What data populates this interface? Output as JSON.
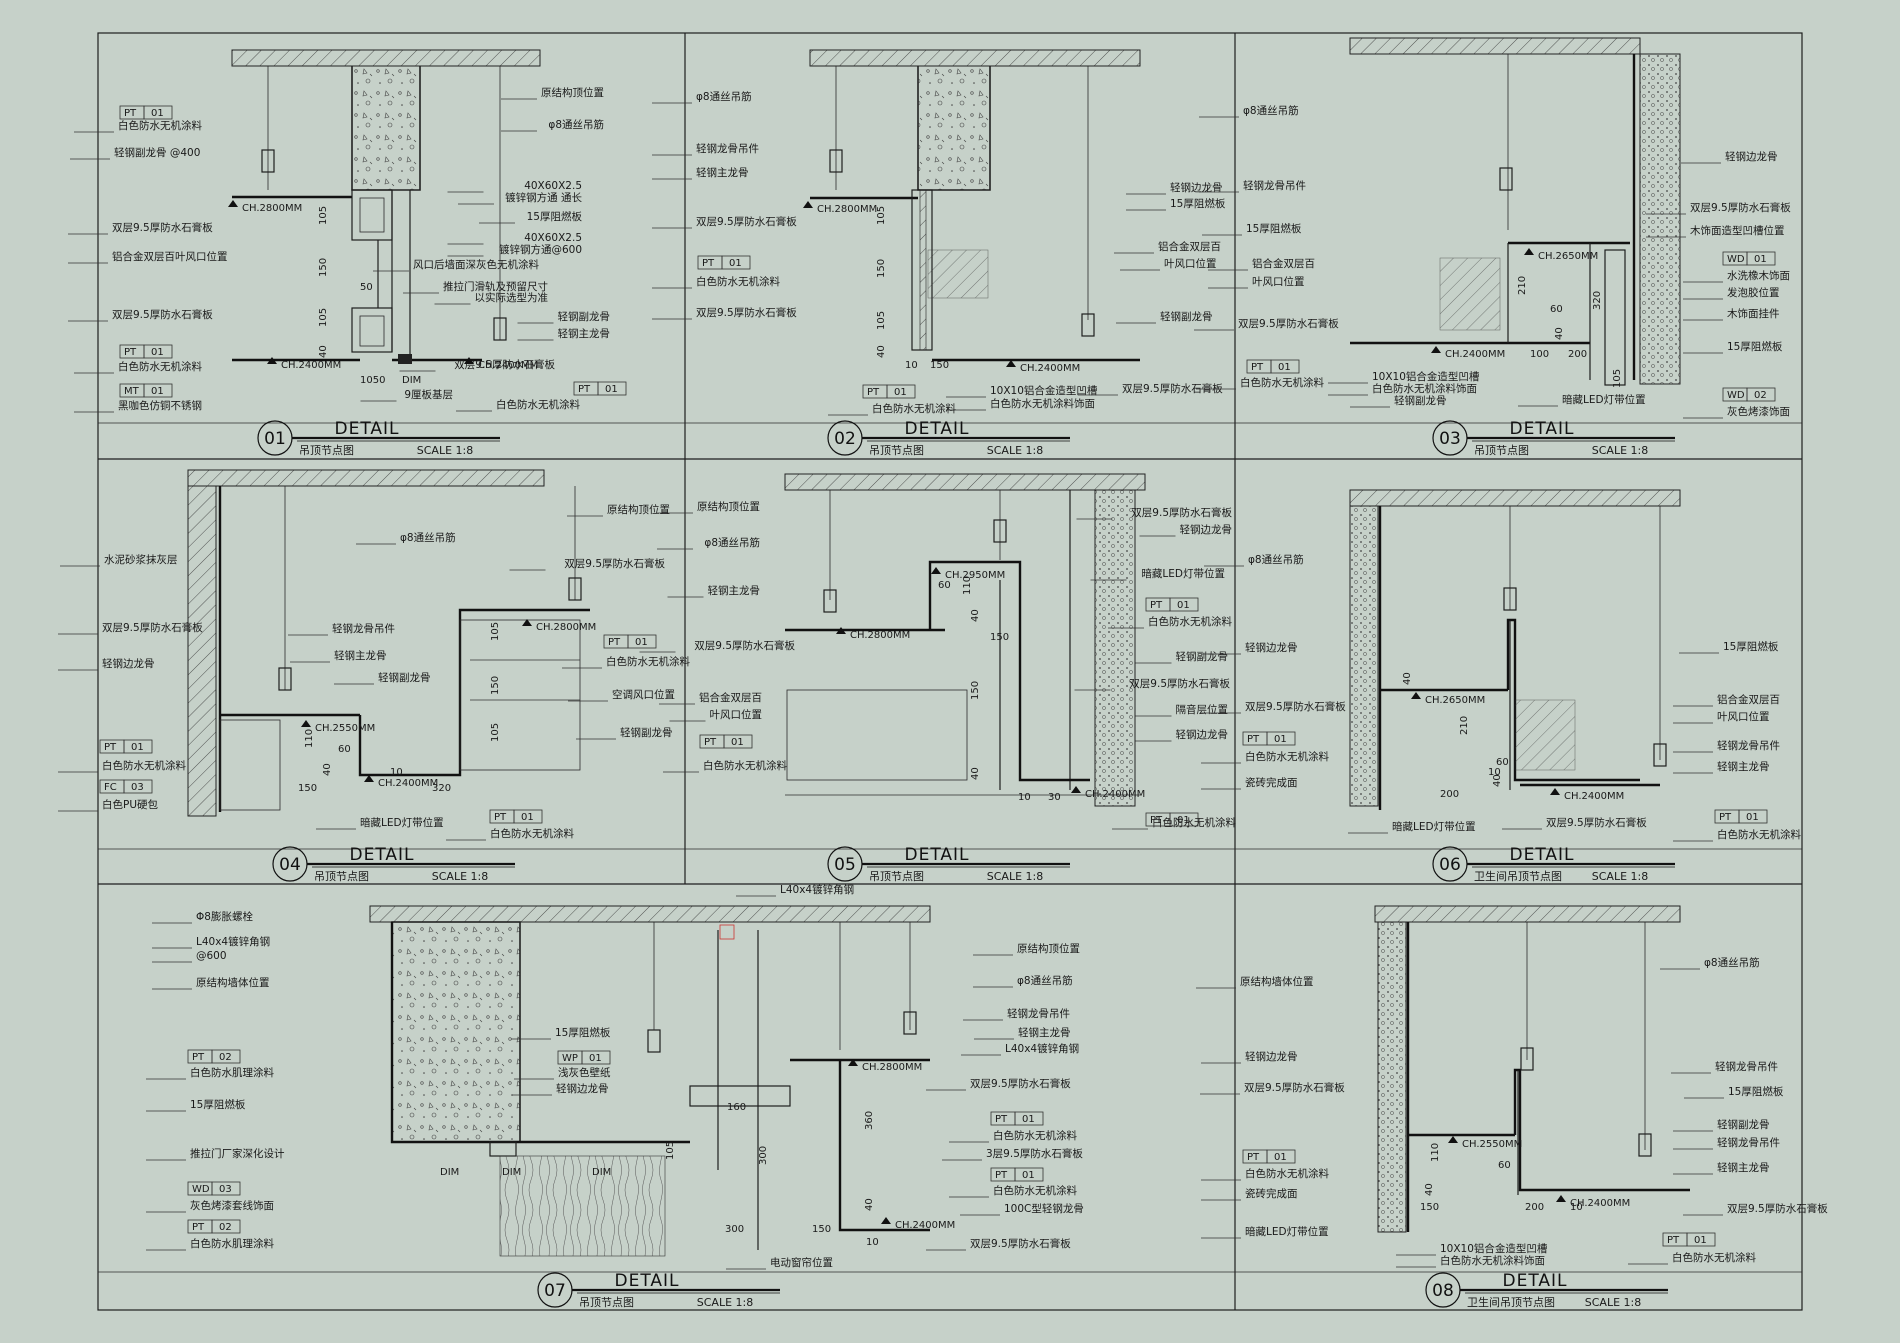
{
  "panels": [
    {
      "id": "01",
      "detail": "DETAIL",
      "caption": "吊顶节点图",
      "scale": "SCALE 1:8",
      "labels": [
        "原结构顶位置",
        "φ8通丝吊筋",
        "40X60X2.5",
        "镀锌钢方通 通长",
        "15厚阻燃板",
        "40X60X2.5",
        "镀锌钢方通@600",
        "风口后墙面深灰色无机涂料",
        "推拉门滑轨及预留尺寸",
        "以实际选型为准",
        "轻钢副龙骨",
        "轻钢主龙骨",
        "双层9.5厚防水石膏板",
        "9厘板基层",
        "白色防水无机涂料",
        "白色防水无机涂料",
        "轻钢副龙骨 @400",
        "双层9.5厚防水石膏板",
        "铝合金双层百叶风口位置",
        "双层9.5厚防水石膏板",
        "白色防水无机涂料",
        "黑咖色仿铜不锈钢"
      ],
      "tags": [
        [
          "PT",
          "01"
        ],
        [
          "PT",
          "01"
        ],
        [
          "MT",
          "01"
        ],
        [
          "PT",
          "01"
        ]
      ],
      "heights": [
        "CH.2800MM",
        "CH.2400MM",
        "CH.2400MM"
      ],
      "dims": [
        "105",
        "150",
        "50",
        "105",
        "40",
        "1050",
        "DIM"
      ]
    },
    {
      "id": "02",
      "detail": "DETAIL",
      "caption": "吊顶节点图",
      "scale": "SCALE 1:8",
      "labels": [
        "φ8通丝吊筋",
        "轻钢龙骨吊件",
        "轻钢主龙骨",
        "双层9.5厚防水石膏板",
        "白色防水无机涂料",
        "双层9.5厚防水石膏板",
        "轻钢边龙骨",
        "15厚阻燃板",
        "铝合金双层百",
        "叶风口位置",
        "轻钢副龙骨",
        "10X10铝合金造型凹槽",
        "白色防水无机涂料饰面",
        "双层9.5厚防水石膏板",
        "白色防水无机涂料"
      ],
      "tags": [
        [
          "PT",
          "01"
        ],
        [
          "PT",
          "01"
        ]
      ],
      "heights": [
        "CH.2800MM",
        "CH.2400MM"
      ],
      "dims": [
        "105",
        "150",
        "105",
        "40",
        "10",
        "150"
      ]
    },
    {
      "id": "03",
      "detail": "DETAIL",
      "caption": "吊顶节点图",
      "scale": "SCALE 1:8",
      "labels": [
        "φ8通丝吊筋",
        "轻钢边龙骨",
        "轻钢龙骨吊件",
        "15厚阻燃板",
        "铝合金双层百",
        "叶风口位置",
        "双层9.5厚防水石膏板",
        "白色防水无机涂料",
        "10X10铝合金造型凹槽",
        "白色防水无机涂料饰面",
        "轻钢副龙骨",
        "暗藏LED灯带位置",
        "双层9.5厚防水石膏板",
        "木饰面造型凹槽位置",
        "水洗橡木饰面",
        "发泡胶位置",
        "木饰面挂件",
        "15厚阻燃板",
        "灰色烤漆饰面"
      ],
      "tags": [
        [
          "PT",
          "01"
        ],
        [
          "WD",
          "01"
        ],
        [
          "WD",
          "02"
        ]
      ],
      "heights": [
        "CH.2650MM",
        "CH.2400MM"
      ],
      "dims": [
        "210",
        "60",
        "320",
        "40",
        "100",
        "200",
        "105"
      ]
    },
    {
      "id": "04",
      "detail": "DETAIL",
      "caption": "吊顶节点图",
      "scale": "SCALE 1:8",
      "labels": [
        "原结构顶位置",
        "φ8通丝吊筋",
        "水泥砂浆抹灰层",
        "双层9.5厚防水石膏板",
        "双层9.5厚防水石膏板",
        "轻钢龙骨吊件",
        "轻钢主龙骨",
        "轻钢边龙骨",
        "轻钢副龙骨",
        "白色防水无机涂料",
        "空调风口位置",
        "轻钢副龙骨",
        "白色防水无机涂料",
        "白色PU硬包",
        "暗藏LED灯带位置",
        "白色防水无机涂料"
      ],
      "tags": [
        [
          "PT",
          "01"
        ],
        [
          "PT",
          "01"
        ],
        [
          "FC",
          "03"
        ],
        [
          "PT",
          "01"
        ]
      ],
      "heights": [
        "CH.2800MM",
        "CH.2550MM",
        "CH.2400MM"
      ],
      "dims": [
        "105",
        "150",
        "105",
        "110",
        "60",
        "40",
        "150",
        "320",
        "10"
      ]
    },
    {
      "id": "05",
      "detail": "DETAIL",
      "caption": "吊顶节点图",
      "scale": "SCALE 1:8",
      "labels": [
        "原结构顶位置",
        "φ8通丝吊筋",
        "轻钢主龙骨",
        "双层9.5厚防水石膏板",
        "铝合金双层百",
        "叶风口位置",
        "白色防水无机涂料",
        "双层9.5厚防水石膏板",
        "轻钢边龙骨",
        "暗藏LED灯带位置",
        "白色防水无机涂料",
        "轻钢副龙骨",
        "双层9.5厚防水石膏板",
        "隔音层位置",
        "轻钢边龙骨",
        "白色防水无机涂料"
      ],
      "tags": [
        [
          "PT",
          "01"
        ],
        [
          "PT",
          "01"
        ],
        [
          "PT",
          "01"
        ]
      ],
      "heights": [
        "CH.2950MM",
        "CH.2800MM",
        "CH.2400MM"
      ],
      "dims": [
        "60",
        "110",
        "40",
        "150",
        "150",
        "40",
        "10",
        "30"
      ]
    },
    {
      "id": "06",
      "detail": "DETAIL",
      "caption": "卫生间吊顶节点图",
      "scale": "SCALE 1:8",
      "labels": [
        "φ8通丝吊筋",
        "15厚阻燃板",
        "轻钢边龙骨",
        "双层9.5厚防水石膏板",
        "白色防水无机涂料",
        "瓷砖完成面",
        "铝合金双层百",
        "叶风口位置",
        "轻钢龙骨吊件",
        "轻钢主龙骨",
        "暗藏LED灯带位置",
        "双层9.5厚防水石膏板",
        "白色防水无机涂料"
      ],
      "tags": [
        [
          "PT",
          "01"
        ],
        [
          "PT",
          "01"
        ]
      ],
      "heights": [
        "CH.2650MM",
        "CH.2400MM"
      ],
      "dims": [
        "40",
        "210",
        "60",
        "10",
        "40",
        "200"
      ]
    },
    {
      "id": "07",
      "detail": "DETAIL",
      "caption": "吊顶节点图",
      "scale": "SCALE 1:8",
      "labels": [
        "L40x4镀锌角钢",
        "Φ8膨胀螺栓",
        "L40x4镀锌角钢",
        "@600",
        "原结构墙体位置",
        "白色防水肌理涂料",
        "15厚阻燃板",
        "推拉门厂家深化设计",
        "灰色烤漆套线饰面",
        "白色防水肌理涂料",
        "原结构顶位置",
        "φ8通丝吊筋",
        "轻钢龙骨吊件",
        "轻钢主龙骨",
        "L40x4镀锌角钢",
        "15厚阻燃板",
        "浅灰色壁纸",
        "轻钢边龙骨",
        "双层9.5厚防水石膏板",
        "白色防水无机涂料",
        "3层9.5厚防水石膏板",
        "白色防水无机涂料",
        "100C型轻钢龙骨",
        "双层9.5厚防水石膏板",
        "电动窗帘位置"
      ],
      "tags": [
        [
          "PT",
          "02"
        ],
        [
          "WD",
          "03"
        ],
        [
          "PT",
          "02"
        ],
        [
          "WP",
          "01"
        ],
        [
          "PT",
          "01"
        ],
        [
          "PT",
          "01"
        ]
      ],
      "heights": [
        "CH.2800MM",
        "CH.2400MM"
      ],
      "dims": [
        "DIM",
        "DIM",
        "DIM",
        "160",
        "105",
        "300",
        "360",
        "40",
        "300",
        "150",
        "10"
      ]
    },
    {
      "id": "08",
      "detail": "DETAIL",
      "caption": "卫生间吊顶节点图",
      "scale": "SCALE 1:8",
      "labels": [
        "原结构墙体位置",
        "φ8通丝吊筋",
        "轻钢边龙骨",
        "双层9.5厚防水石膏板",
        "白色防水无机涂料",
        "瓷砖完成面",
        "暗藏LED灯带位置",
        "轻钢龙骨吊件",
        "15厚阻燃板",
        "轻钢副龙骨",
        "轻钢龙骨吊件",
        "轻钢主龙骨",
        "双层9.5厚防水石膏板",
        "10X10铝合金造型凹槽",
        "白色防水无机涂料饰面",
        "白色防水无机涂料"
      ],
      "tags": [
        [
          "PT",
          "01"
        ],
        [
          "PT",
          "01"
        ]
      ],
      "heights": [
        "CH.2550MM",
        "CH.2400MM"
      ],
      "dims": [
        "110",
        "60",
        "40",
        "150",
        "200",
        "10"
      ]
    }
  ]
}
